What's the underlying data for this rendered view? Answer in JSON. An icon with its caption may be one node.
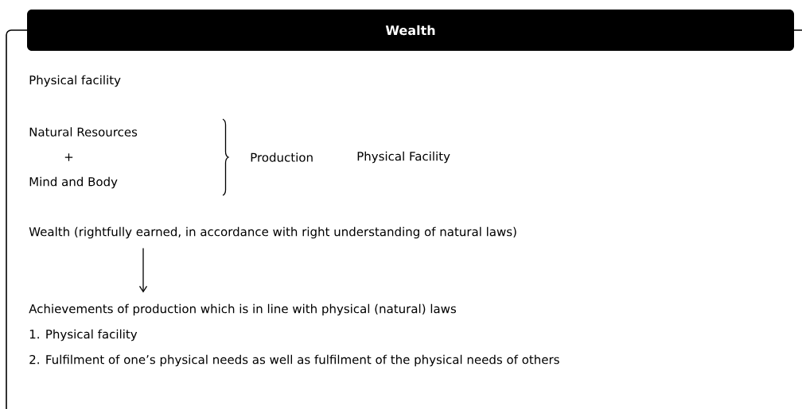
{
  "diagram": {
    "nodes": [
      {
        "text": [
          "Wealth"
        ]
      },
      {
        "text": [
          "Wealth (rightfully earned, in accordance with right understanding of natural laws)"
        ],
        "in": 0
      },
      {
        "text": [
          "Achievements of production which is in line with physical (natural) laws"
        ],
        "in": 0
      }
    ],
    "edges": [
      {
        "from": 1,
        "to": 2,
        "arrow": "to"
      }
    ],
    "labels": [
      "Physical facility",
      "Natural Resources",
      "+",
      "Mind and Body",
      "Production",
      "Physical Facility",
      "1.  Physical facility",
      "2.  Fulfilment of one’s physical needs as well as fulfilment of the physical needs of others"
    ]
  }
}
